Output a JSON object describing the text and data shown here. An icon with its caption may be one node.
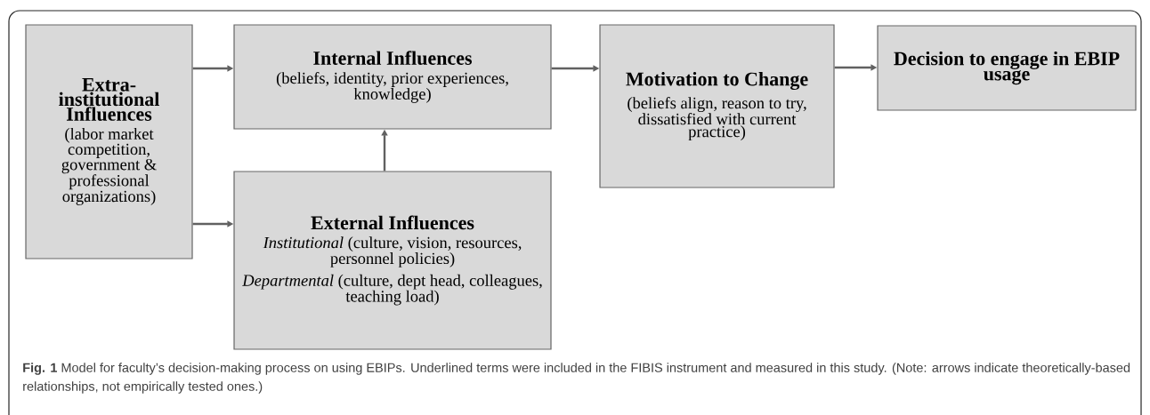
{
  "diagram": {
    "caption": "**Fig. 1** Model for faculty’s decision-making process on using EBIPs. Underlined terms were included in the FIBIS instrument and measured in this study. (Note: arrows indicate theoretically-based relationships, not empirically tested ones.)",
    "nodes": [
      {
        "text": [
          "Extra-institutional Influences",
          "(labor market competition, government & professional organizations)"
        ]
      },
      {
        "text": [
          "Internal Influences",
          "(beliefs, identity, prior experiences, knowledge)"
        ]
      },
      {
        "text": [
          "External Influences",
          "*Institutional* (culture, vision, resources, personnel policies)",
          "*Departmental* (culture, dept head, colleagues, teaching load)"
        ]
      },
      {
        "text": [
          "Motivation to Change",
          "(beliefs align, reason to try, dissatisfied with current practice)"
        ]
      },
      {
        "text": [
          "Decision to engage in EBIP usage"
        ]
      }
    ],
    "edges": [
      {
        "from": 0,
        "to": 1,
        "arrow": "to"
      },
      {
        "from": 0,
        "to": 2,
        "arrow": "to"
      },
      {
        "from": 2,
        "to": 1,
        "arrow": "to"
      },
      {
        "from": 1,
        "to": 3,
        "arrow": "to"
      },
      {
        "from": 3,
        "to": 4,
        "arrow": "to"
      }
    ]
  }
}
